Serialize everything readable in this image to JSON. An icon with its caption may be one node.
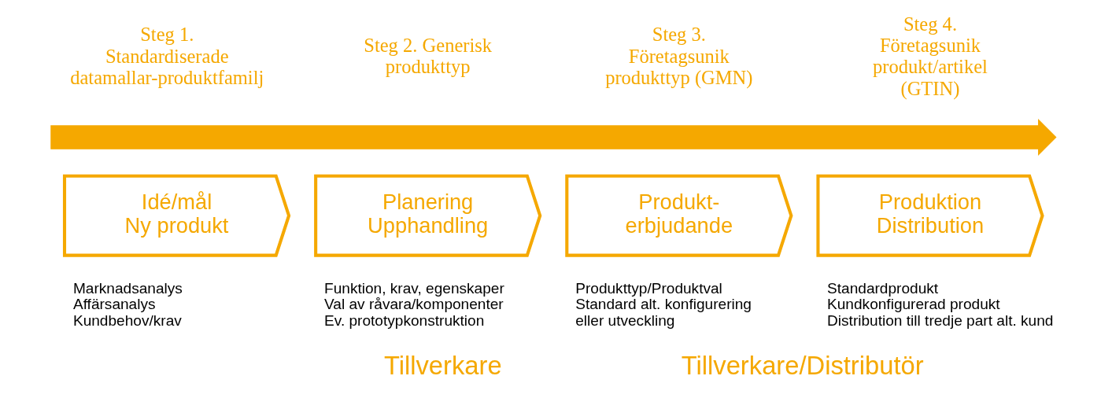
{
  "diagram": {
    "nodes": [
      {
        "text": [],
        "shape": "arrow"
      },
      {
        "text": [
          "Idé/mål",
          "Ny produkt"
        ],
        "beside": [
          "Marknadsanalys",
          "Affärsanalys",
          "Kundbehov/krav"
        ]
      },
      {
        "text": [
          "Planering",
          "Upphandling"
        ],
        "beside": [
          "Funktion, krav, egenskaper",
          "Val av råvara/komponenter",
          "Ev. prototypkonstruktion"
        ]
      },
      {
        "text": [
          "Produkt-",
          "erbjudande"
        ],
        "beside": [
          "Produkttyp/Produktval",
          "Standard alt. konfigurering",
          "eller utveckling"
        ]
      },
      {
        "text": [
          "Produktion",
          "Distribution"
        ],
        "beside": [
          "Standardprodukt",
          "Kundkonfigurerad produkt",
          "Distribution till tredje part alt. kund"
        ]
      }
    ],
    "labels": [
      "Steg 1. Standardiserade datamallar-produktfamilj",
      "Steg 2. Generisk produkttyp",
      "Steg 3. Företagsunik produkttyp (GMN)",
      "Steg 4. Företagsunik produkt/artikel (GTIN)",
      "Tillverkare",
      "Tillverkare/Distributör"
    ]
  }
}
